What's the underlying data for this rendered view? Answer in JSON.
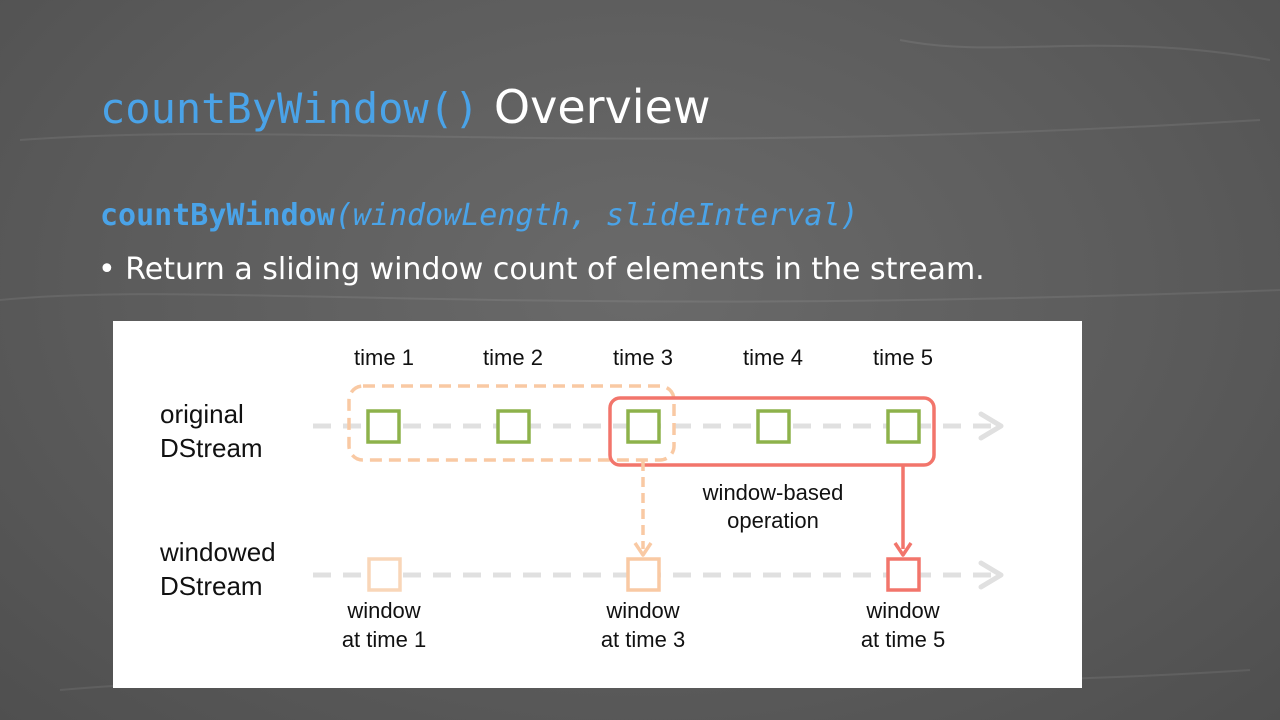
{
  "slide": {
    "title_code": "countByWindow()",
    "title_text": "Overview",
    "signature_fn": "countByWindow",
    "signature_open": "(",
    "signature_args": "windowLength, slideInterval",
    "signature_close": ")",
    "bullet_marker": "•",
    "bullet_text": "Return a sliding window count of elements in the stream."
  },
  "diagram": {
    "times": [
      "time 1",
      "time 2",
      "time 3",
      "time 4",
      "time 5"
    ],
    "original_label": [
      "original",
      "DStream"
    ],
    "windowed_label": [
      "windowed",
      "DStream"
    ],
    "operation_label": [
      "window-based",
      "operation"
    ],
    "windows": [
      {
        "line1": "window",
        "line2": "at time 1"
      },
      {
        "line1": "window",
        "line2": "at time 3"
      },
      {
        "line1": "window",
        "line2": "at time 5"
      }
    ]
  },
  "colors": {
    "code_blue": "#4aa3e8",
    "rdd_green": "#8db24b",
    "window_peach": "#f9c9a3",
    "window_salmon": "#f2756b",
    "stream_gray": "#e0e0e0"
  }
}
